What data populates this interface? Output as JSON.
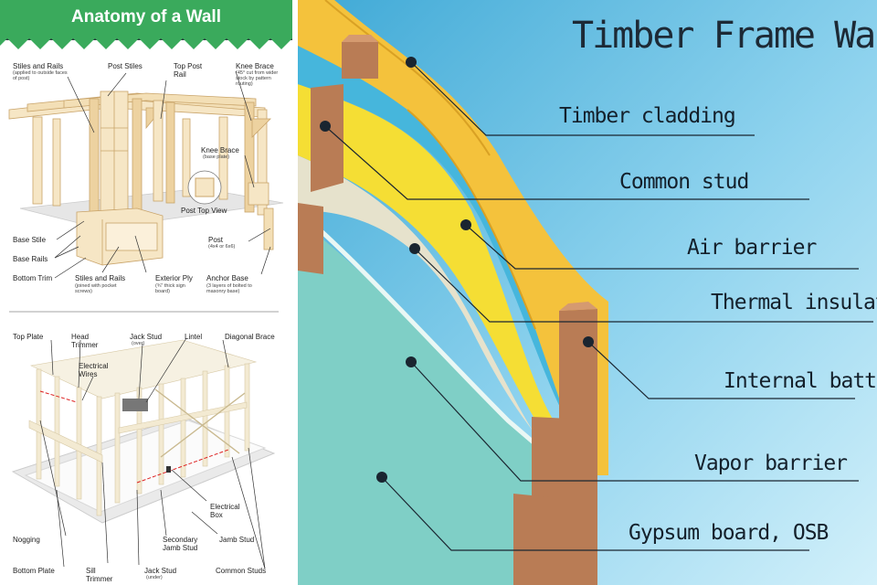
{
  "left_panel": {
    "banner_title": "Anatomy of a Wall",
    "top_labels": [
      {
        "id": "stiles-rails-top",
        "text": "Stiles and Rails",
        "sub": "(applied to outside faces of post)"
      },
      {
        "id": "post-stiles",
        "text": "Post Stiles",
        "sub": ""
      },
      {
        "id": "top-post-rail",
        "text": "Top Post Rail",
        "sub": ""
      },
      {
        "id": "knee-brace-top",
        "text": "Knee Brace",
        "sub": "(45° cut from wider stock by pattern routing)"
      },
      {
        "id": "knee-brace-base",
        "text": "Knee Brace",
        "sub": "(base plate)"
      },
      {
        "id": "post-top-view",
        "text": "Post Top View",
        "sub": ""
      },
      {
        "id": "base-stile",
        "text": "Base Stile",
        "sub": ""
      },
      {
        "id": "base-rails",
        "text": "Base Rails",
        "sub": ""
      },
      {
        "id": "post",
        "text": "Post",
        "sub": "(4x4 or 6x6)"
      },
      {
        "id": "bottom-trim",
        "text": "Bottom Trim",
        "sub": ""
      },
      {
        "id": "stiles-rails-bottom",
        "text": "Stiles and Rails",
        "sub": "(joined with pocket screws)"
      },
      {
        "id": "exterior-ply",
        "text": "Exterior Ply",
        "sub": "(¾\" thick sign board)"
      },
      {
        "id": "anchor-base",
        "text": "Anchor Base",
        "sub": "(3 layers of bolted to masonry base)"
      }
    ],
    "bottom_labels": [
      {
        "id": "top-plate",
        "text": "Top Plate",
        "sub": ""
      },
      {
        "id": "head-trimmer",
        "text": "Head Trimmer",
        "sub": ""
      },
      {
        "id": "jack-stud-over",
        "text": "Jack Stud",
        "sub": "(over)"
      },
      {
        "id": "lintel",
        "text": "Lintel",
        "sub": ""
      },
      {
        "id": "diagonal-brace",
        "text": "Diagonal Brace",
        "sub": ""
      },
      {
        "id": "electrical-wires",
        "text": "Electrical Wires",
        "sub": ""
      },
      {
        "id": "electrical-box",
        "text": "Electrical Box",
        "sub": ""
      },
      {
        "id": "jamb-stud",
        "text": "Jamb Stud",
        "sub": ""
      },
      {
        "id": "secondary-jamb-stud",
        "text": "Secondary Jamb Stud",
        "sub": ""
      },
      {
        "id": "nogging",
        "text": "Nogging",
        "sub": ""
      },
      {
        "id": "bottom-plate",
        "text": "Bottom Plate",
        "sub": ""
      },
      {
        "id": "sill-trimmer",
        "text": "Sill Trimmer",
        "sub": ""
      },
      {
        "id": "jack-stud-under",
        "text": "Jack Stud",
        "sub": "(under)"
      },
      {
        "id": "common-studs",
        "text": "Common Studs",
        "sub": ""
      }
    ]
  },
  "right_panel": {
    "title": "Timber Frame Wall",
    "layers": [
      {
        "id": "timber-cladding",
        "label": "Timber cladding"
      },
      {
        "id": "common-stud",
        "label": "Common stud"
      },
      {
        "id": "air-barrier",
        "label": "Air barrier"
      },
      {
        "id": "thermal-insulation",
        "label": "Thermal insulation"
      },
      {
        "id": "internal-batten",
        "label": "Internal batten"
      },
      {
        "id": "vapor-barrier",
        "label": "Vapor barrier"
      },
      {
        "id": "gypsum-board",
        "label": "Gypsum board, OSB"
      }
    ]
  },
  "colors": {
    "banner_green": "#3aaa5c",
    "banner_dark": "#2e3a40",
    "sky": "#5ab8df",
    "cladding": "#f4c23c",
    "stud": "#b97c55",
    "air_barrier": "#46b6dc",
    "insulation": "#f5de34",
    "vapor_barrier": "#e6e2cc",
    "gypsum": "#7fcfc6"
  },
  "icons": [
    "leader-dot",
    "leader-line"
  ]
}
